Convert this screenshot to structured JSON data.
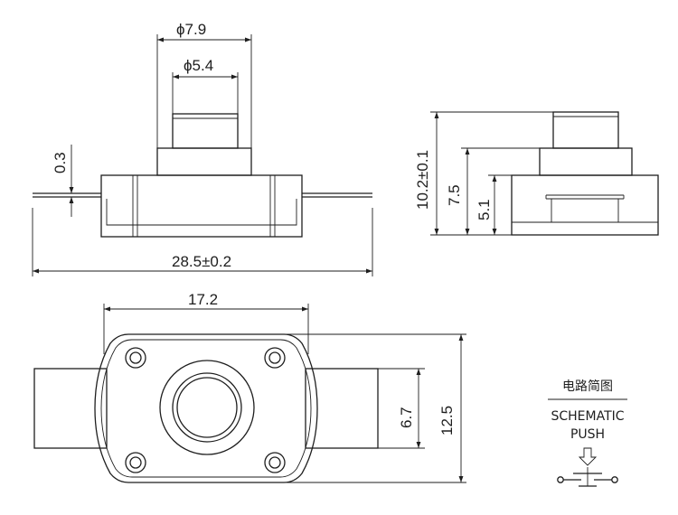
{
  "dimensions": {
    "phi_outer": "ϕ7.9",
    "phi_inner": "ϕ5.4",
    "terminal_thickness": "0.3",
    "overall_length": "28.5±0.2",
    "total_height": "10.2±0.1",
    "body_height": "7.5",
    "base_height": "5.1",
    "body_width": "17.2",
    "terminal_width": "6.7",
    "body_depth": "12.5"
  },
  "schematic": {
    "title_cn": "电路简图",
    "title_en": "SCHEMATIC",
    "subtitle": "PUSH"
  },
  "colors": {
    "line": "#1e1e1e",
    "background": "#ffffff"
  }
}
